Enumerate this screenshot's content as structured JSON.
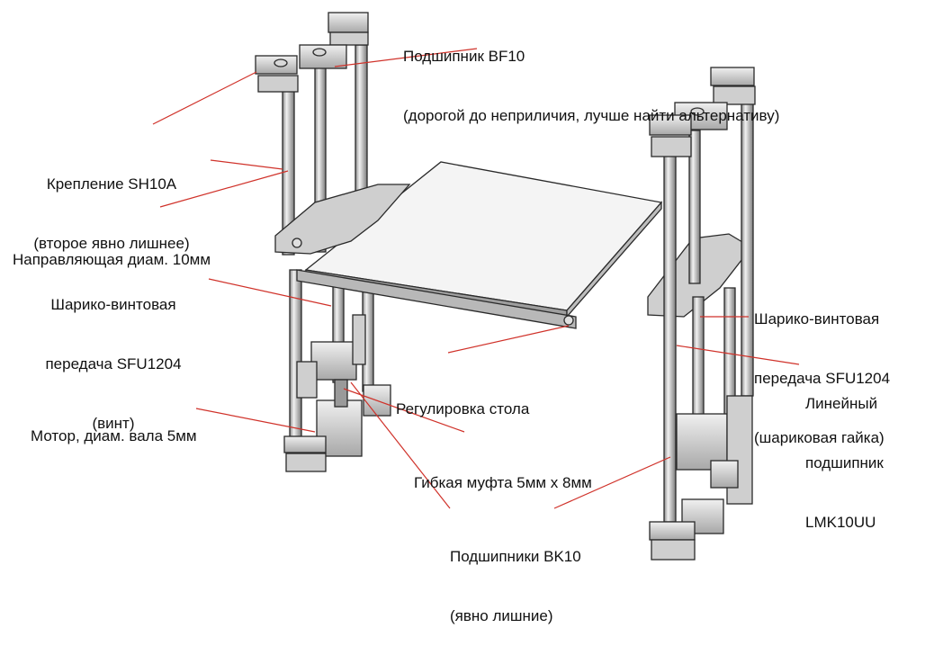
{
  "labels": {
    "bf10": {
      "line1": "Подшипник BF10",
      "line2": "(дорогой до неприличия, лучше найти альтернативу)"
    },
    "sh10a": {
      "line1": "Крепление SH10A",
      "line2": "(второе явно лишнее)"
    },
    "guide": {
      "line1": "Направляющая диам. 10мм"
    },
    "screw_left": {
      "line1": "Шарико-винтовая",
      "line2": "передача SFU1204",
      "line3": "(винт)"
    },
    "screw_right": {
      "line1": "Шарико-винтовая",
      "line2": "передача SFU1204",
      "line3": "(шариковая гайка)"
    },
    "motor": {
      "line1": "Мотор, диам. вала 5мм"
    },
    "table_adjust": {
      "line1": "Регулировка стола"
    },
    "linear_bearing": {
      "line1": "Линейный",
      "line2": "подшипник",
      "line3": "LMK10UU"
    },
    "coupling": {
      "line1": "Гибкая муфта 5мм х 8мм"
    },
    "bk10": {
      "line1": "Подшипники BK10",
      "line2": "(явно лишние)"
    }
  },
  "colors": {
    "leader": "#d0322a",
    "metal_light": "#e6e6e6",
    "metal_mid": "#bdbdbd",
    "metal_dark": "#6e6e6e",
    "outline": "#2a2a2a",
    "table_top": "#f4f4f4"
  }
}
